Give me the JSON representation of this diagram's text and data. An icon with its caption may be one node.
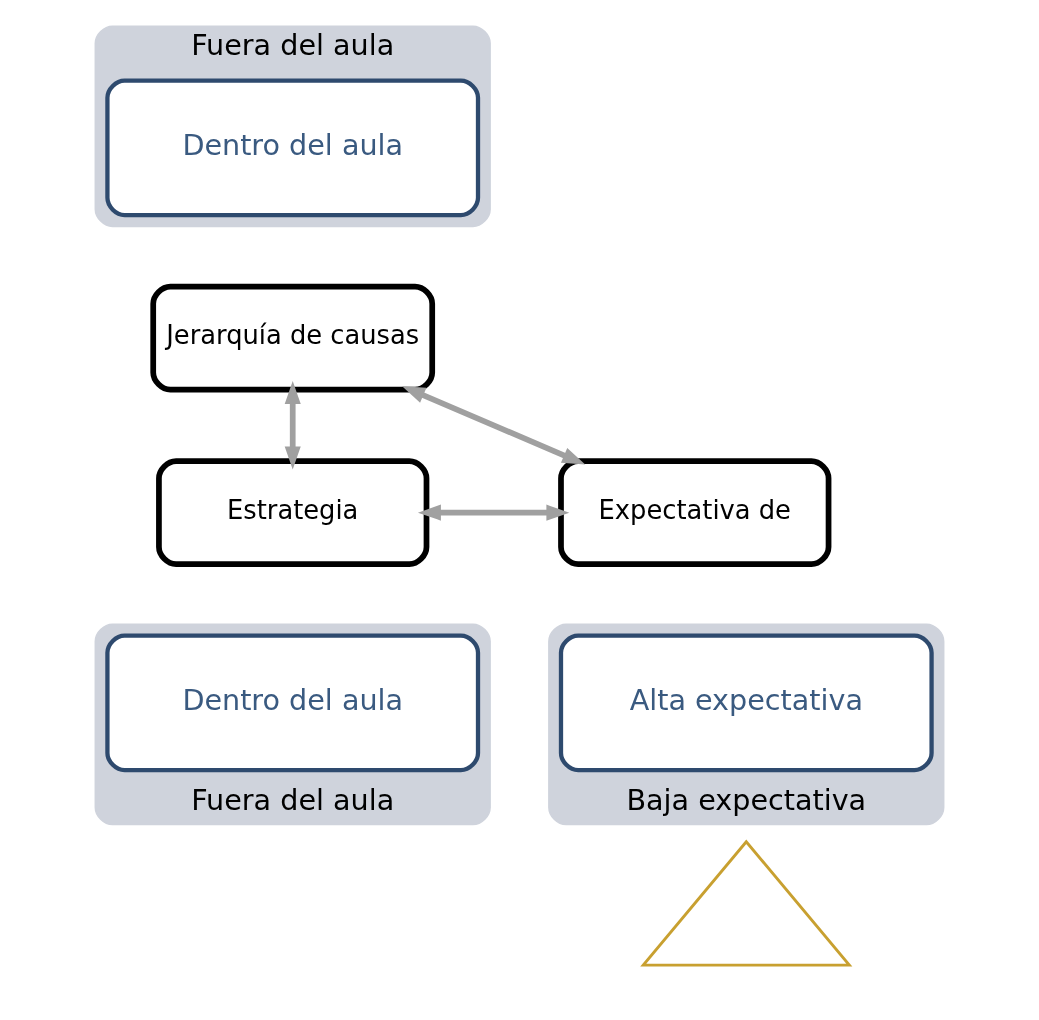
{
  "diagram": {
    "nodes": [
      {
        "text": [
          "Fuera del aula"
        ]
      },
      {
        "text": [
          "Dentro del aula"
        ],
        "in": 0
      },
      {
        "text": [
          "Jerarquía de causas"
        ]
      },
      {
        "text": [
          "Expectativa de"
        ]
      },
      {
        "text": [
          "Estrategia"
        ]
      },
      {
        "text": [
          "Baja expectativa"
        ]
      },
      {
        "text": [
          "Alta expectativa"
        ],
        "in": 5
      },
      {
        "text": [
          "Fuera del aula"
        ]
      },
      {
        "text": [
          "Dentro del aula"
        ],
        "in": 7
      },
      {
        "text": [],
        "shape": "triangle"
      }
    ],
    "edges": [
      {
        "from": 3,
        "to": 2,
        "arrow": "both"
      },
      {
        "from": 2,
        "to": 4,
        "arrow": "both"
      },
      {
        "from": 3,
        "to": 4,
        "arrow": "both"
      }
    ]
  }
}
